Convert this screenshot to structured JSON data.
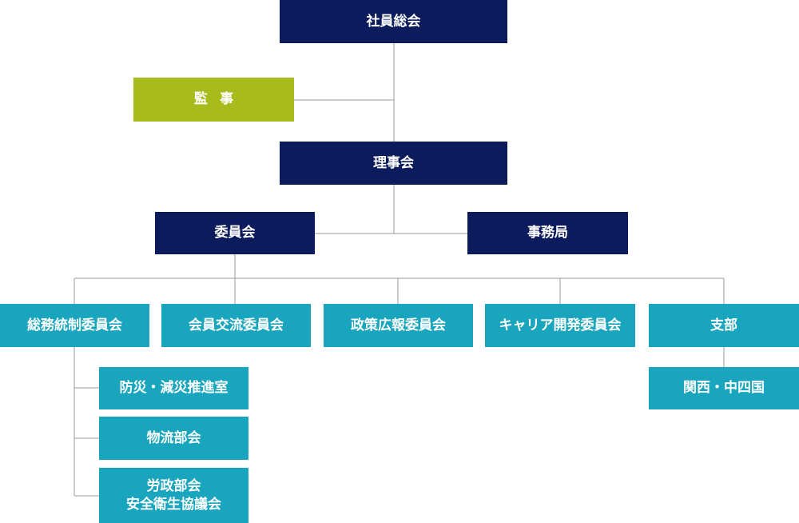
{
  "diagram": {
    "nodes": {
      "general_meeting": "社員総会",
      "auditor": "監事",
      "board": "理事会",
      "committee": "委員会",
      "secretariat": "事務局",
      "general_affairs": "総務統制委員会",
      "member_exchange": "会員交流委員会",
      "policy_pr": "政策広報委員会",
      "career_dev": "キャリア開発委員会",
      "branch": "支部",
      "disaster": "防災・減災推進室",
      "logistics": "物流部会",
      "labor_line1": "労政部会",
      "labor_line2": "安全衛生協議会",
      "kansai": "関西・中四国"
    },
    "colors": {
      "navy": "#0b1b5c",
      "lime": "#a8bb1d",
      "teal": "#18a5bd",
      "connector": "#9a9a9a"
    }
  }
}
